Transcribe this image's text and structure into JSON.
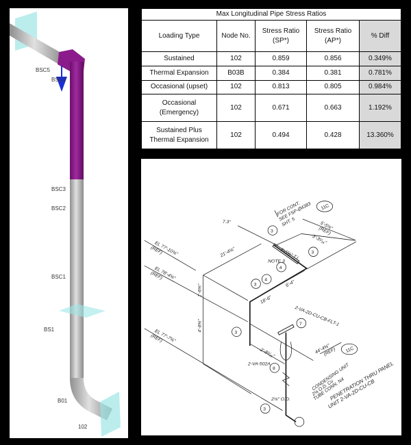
{
  "model": {
    "node_labels": [
      "BSC5",
      "BSC4",
      "BSC3",
      "BSC2",
      "BSC1",
      "BS1",
      "B01",
      "102"
    ],
    "colors": {
      "pipe": "#b4b4b4",
      "highlight": "#8b1a8b",
      "support_plane": "#9ee6e6",
      "load_arrow": "#1a2fd6"
    }
  },
  "table": {
    "title": "Max Longitudinal Pipe Stress Ratios",
    "headers": [
      "Loading Type",
      "Node No.",
      "Stress Ratio (SP*)",
      "Stress Ratio (AP*)",
      "% Diff"
    ],
    "rows": [
      [
        "Sustained",
        "102",
        "0.859",
        "0.856",
        "0.349%"
      ],
      [
        "Thermal Expansion",
        "B03B",
        "0.384",
        "0.381",
        "0.781%"
      ],
      [
        "Occasional (upset)",
        "102",
        "0.813",
        "0.805",
        "0.984%"
      ],
      [
        "Occasional (Emergency)",
        "102",
        "0.671",
        "0.663",
        "1.192%"
      ],
      [
        "Sustained Plus Thermal Expansion",
        "102",
        "0.494",
        "0.428",
        "13.360%"
      ]
    ]
  },
  "drawing": {
    "labels": {
      "for_cont": "FOR CONT.",
      "see": "SEE FSP-Ø4383",
      "sht": "SHT. 5",
      "ref1": "11C",
      "ref2": "11C",
      "dim1": "5'-5⅝\"",
      "dim1_ref": "(REF)",
      "dim2": "3'-3⁵⁄₁₆\"",
      "dim3": "3'-5⅝\" T.L",
      "dim4": "21'-4⅛\"",
      "angle": "7.3°",
      "note": "NOTE 3",
      "el1": "EL 77'-10¾\"",
      "el2": "EL 78'-4⅝\"",
      "el3": "EL 77'-7⅝\"",
      "ref": "(REF)",
      "dim5": "1'-6⅝\"",
      "dim6": "4'-8⅝\"",
      "dim7": "18'-6\"",
      "dim8": "6'-4\"",
      "dim9": "2'-8⁹⁄₁₆\"",
      "dim10": "44'-4⅝\"",
      "dim10_ref": "(REF)",
      "valve1": "2-VA-2D-CU-CB-FLT-1",
      "valve2": "2-VA-502A",
      "od": "2⅛\" O.D.",
      "cond1": "CONDENSING UNIT",
      "cond2": "2⅛ O.D. Cu",
      "cond3": "TUBE CONN. N4",
      "pen1": "PENETRATION THRU PANEL",
      "pen2": "UNIT 2-VA-2D-CU-CB",
      "bubbles": [
        "3",
        "3",
        "4",
        "4",
        "3",
        "3",
        "7",
        "8",
        "3"
      ]
    }
  }
}
